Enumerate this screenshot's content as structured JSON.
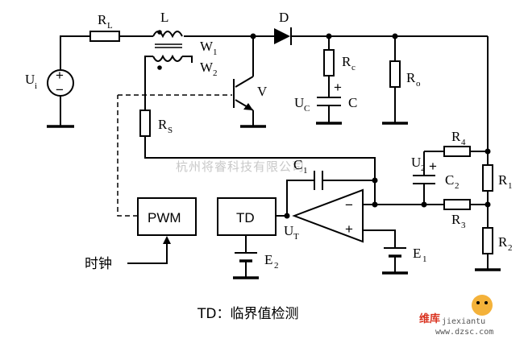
{
  "labels": {
    "ui": "U",
    "ui_sub": "i",
    "rl": "R",
    "rl_sub": "L",
    "l": "L",
    "w1": "W",
    "w1_sub": "1",
    "w2": "W",
    "w2_sub": "2",
    "d": "D",
    "rc": "R",
    "rc_sub": "c",
    "ro": "R",
    "ro_sub": "o",
    "uc": "U",
    "uc_sub": "C",
    "c": "C",
    "v": "V",
    "rs": "R",
    "rs_sub": "S",
    "c1": "C",
    "c1_sub": "1",
    "u2": "U",
    "u2_sub": "2",
    "c2": "C",
    "c2_sub": "2",
    "r4": "R",
    "r4_sub": "4",
    "r1": "R",
    "r1_sub": "1",
    "r3": "R",
    "r3_sub": "3",
    "r2": "R",
    "r2_sub": "2",
    "ut": "U",
    "ut_sub": "T",
    "e1": "E",
    "e1_sub": "1",
    "e2": "E",
    "e2_sub": "2",
    "plus": "+",
    "minus": "−"
  },
  "blocks": {
    "pwm": "PWM",
    "td": "TD"
  },
  "clock_label": "时钟",
  "caption": "TD：临界值检测",
  "watermark": "杭州将睿科技有限公司",
  "logo": {
    "main": "维库",
    "tag": "jiexiantu",
    "site": "www.dzsc.com"
  }
}
